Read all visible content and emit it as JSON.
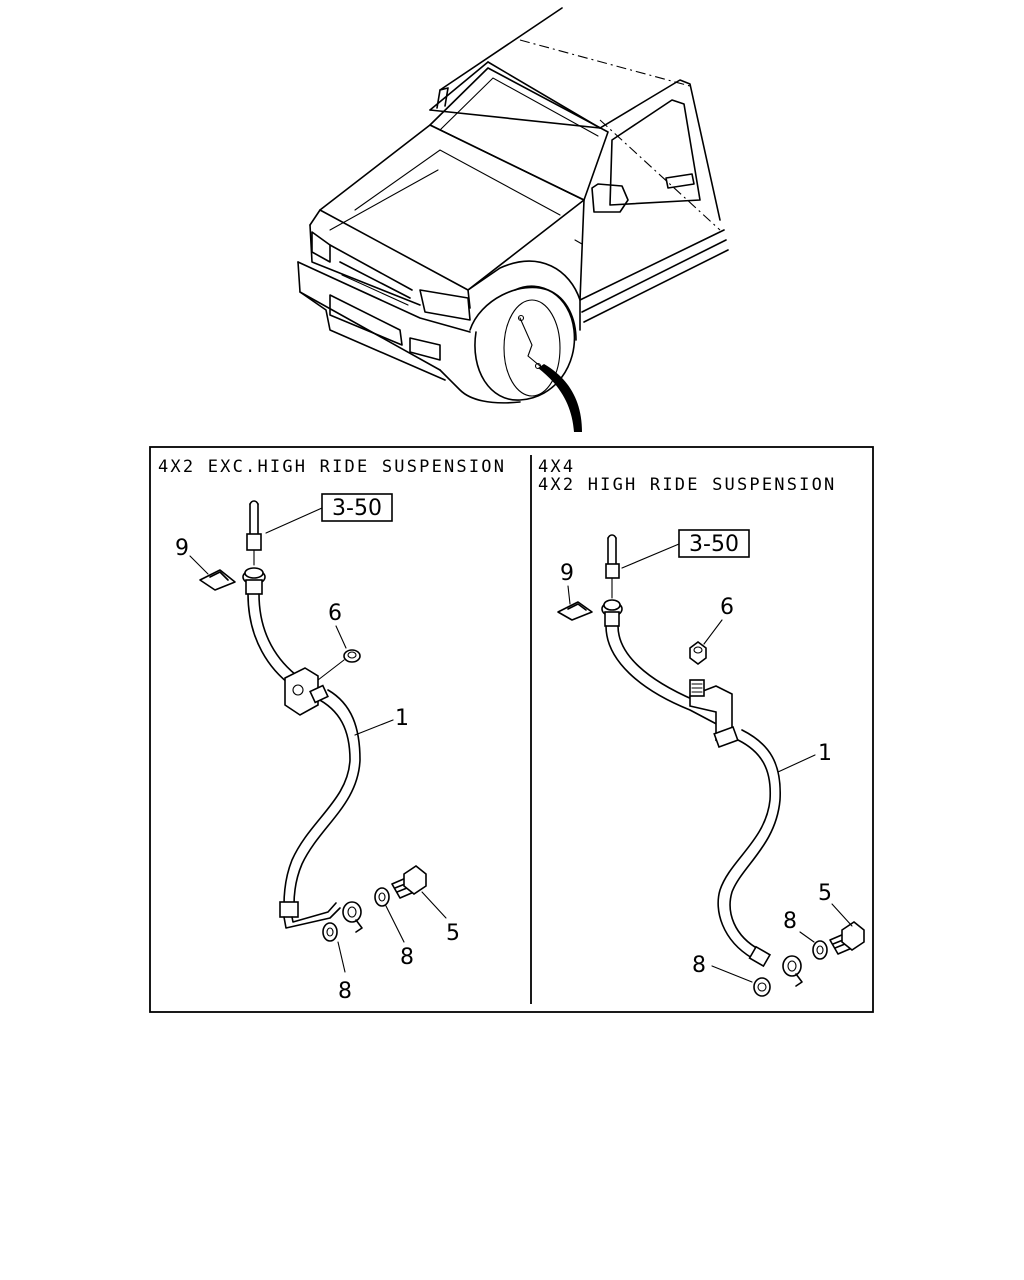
{
  "diagram": {
    "left_panel": {
      "header": "4X2 EXC.HIGH RIDE SUSPENSION",
      "ref_box": "3-50",
      "labels": {
        "p9": "9",
        "p6": "6",
        "p1": "1",
        "p5": "5",
        "p8a": "8",
        "p8b": "8"
      }
    },
    "right_panel": {
      "header_line1": "4X4",
      "header_line2": "4X2 HIGH RIDE SUSPENSION",
      "ref_box": "3-50",
      "labels": {
        "p9": "9",
        "p6": "6",
        "p1": "1",
        "p5": "5",
        "p8a": "8",
        "p8b": "8"
      }
    }
  }
}
